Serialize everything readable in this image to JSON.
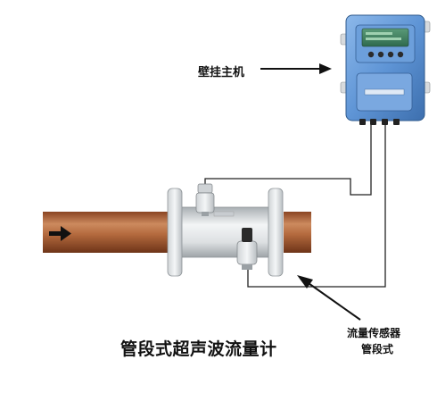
{
  "labels": {
    "wall_host": "壁挂主机",
    "sensor_line1": "流量传感器",
    "sensor_line2": "管段式",
    "title": "管段式超声波流量计"
  },
  "icons": {
    "flow_arrow": "right-arrow-icon"
  },
  "colors": {
    "pipe": "#b86a3c",
    "meter_body": "#5f95d6",
    "meter_window": "#3f7f63",
    "spool": "#e2e5e7",
    "wire": "#222222"
  }
}
